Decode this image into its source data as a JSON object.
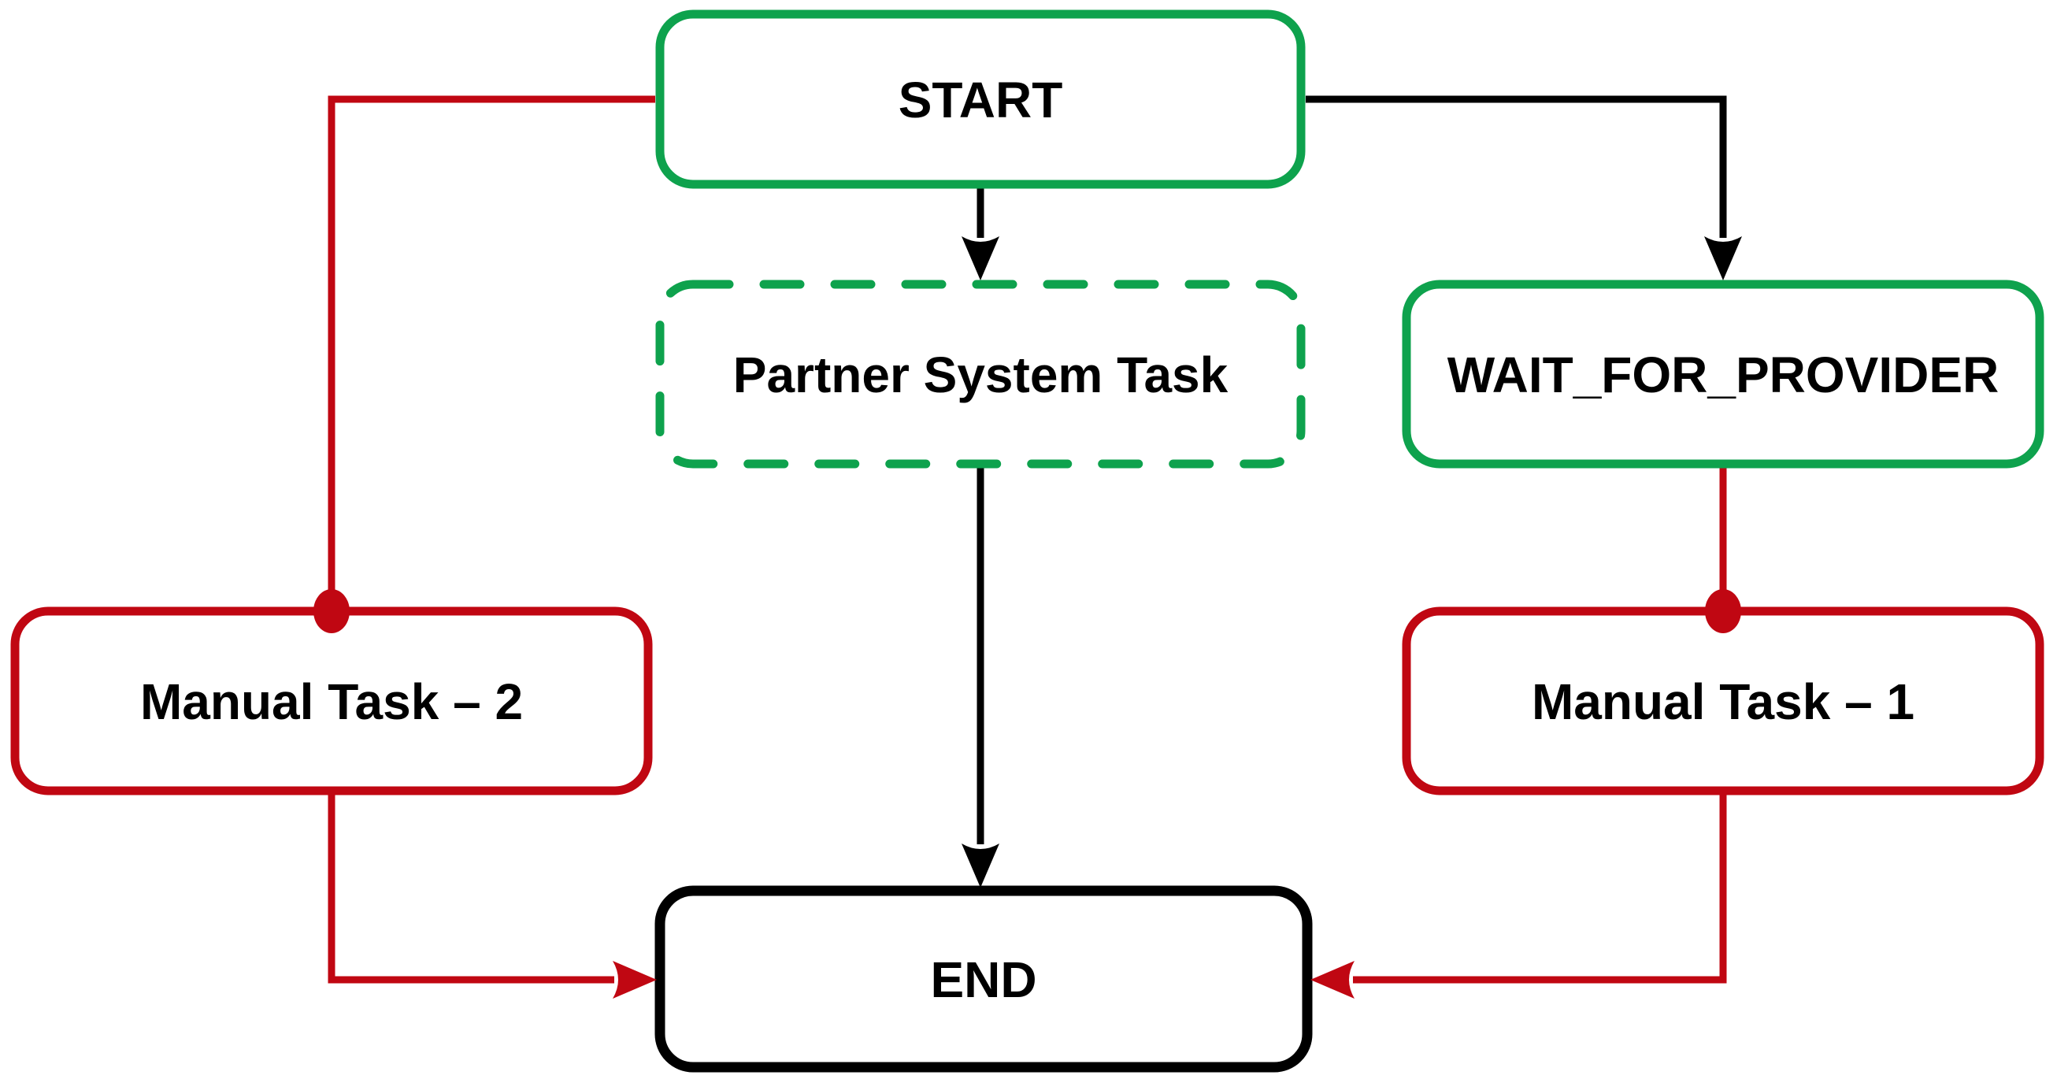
{
  "colors": {
    "green": "#0EA24D",
    "red": "#C00712",
    "black": "#000000",
    "background": "#FFFFFF",
    "text": "#000000"
  },
  "nodes": {
    "start": {
      "label": "START",
      "border_color": "#0EA24D",
      "border_style": "solid"
    },
    "partner_system_task": {
      "label": "Partner System Task",
      "border_color": "#0EA24D",
      "border_style": "dashed"
    },
    "wait_for_provider": {
      "label": "WAIT_FOR_PROVIDER",
      "border_color": "#0EA24D",
      "border_style": "solid"
    },
    "manual_task_2": {
      "label": "Manual Task – 2",
      "border_color": "#C00712",
      "border_style": "solid"
    },
    "manual_task_1": {
      "label": "Manual Task – 1",
      "border_color": "#C00712",
      "border_style": "solid"
    },
    "end": {
      "label": "END",
      "border_color": "#000000",
      "border_style": "solid"
    }
  },
  "edges": [
    {
      "from": "START",
      "to": "Partner System Task",
      "color": "#000000",
      "marker": "arrow"
    },
    {
      "from": "START",
      "to": "WAIT_FOR_PROVIDER",
      "color": "#000000",
      "marker": "arrow"
    },
    {
      "from": "START",
      "to": "Manual Task – 2",
      "color": "#C00712",
      "marker": "dot"
    },
    {
      "from": "WAIT_FOR_PROVIDER",
      "to": "Manual Task – 1",
      "color": "#C00712",
      "marker": "dot"
    },
    {
      "from": "Partner System Task",
      "to": "END",
      "color": "#000000",
      "marker": "arrow"
    },
    {
      "from": "Manual Task – 2",
      "to": "END",
      "color": "#C00712",
      "marker": "arrow"
    },
    {
      "from": "Manual Task – 1",
      "to": "END",
      "color": "#C00712",
      "marker": "arrow"
    }
  ]
}
